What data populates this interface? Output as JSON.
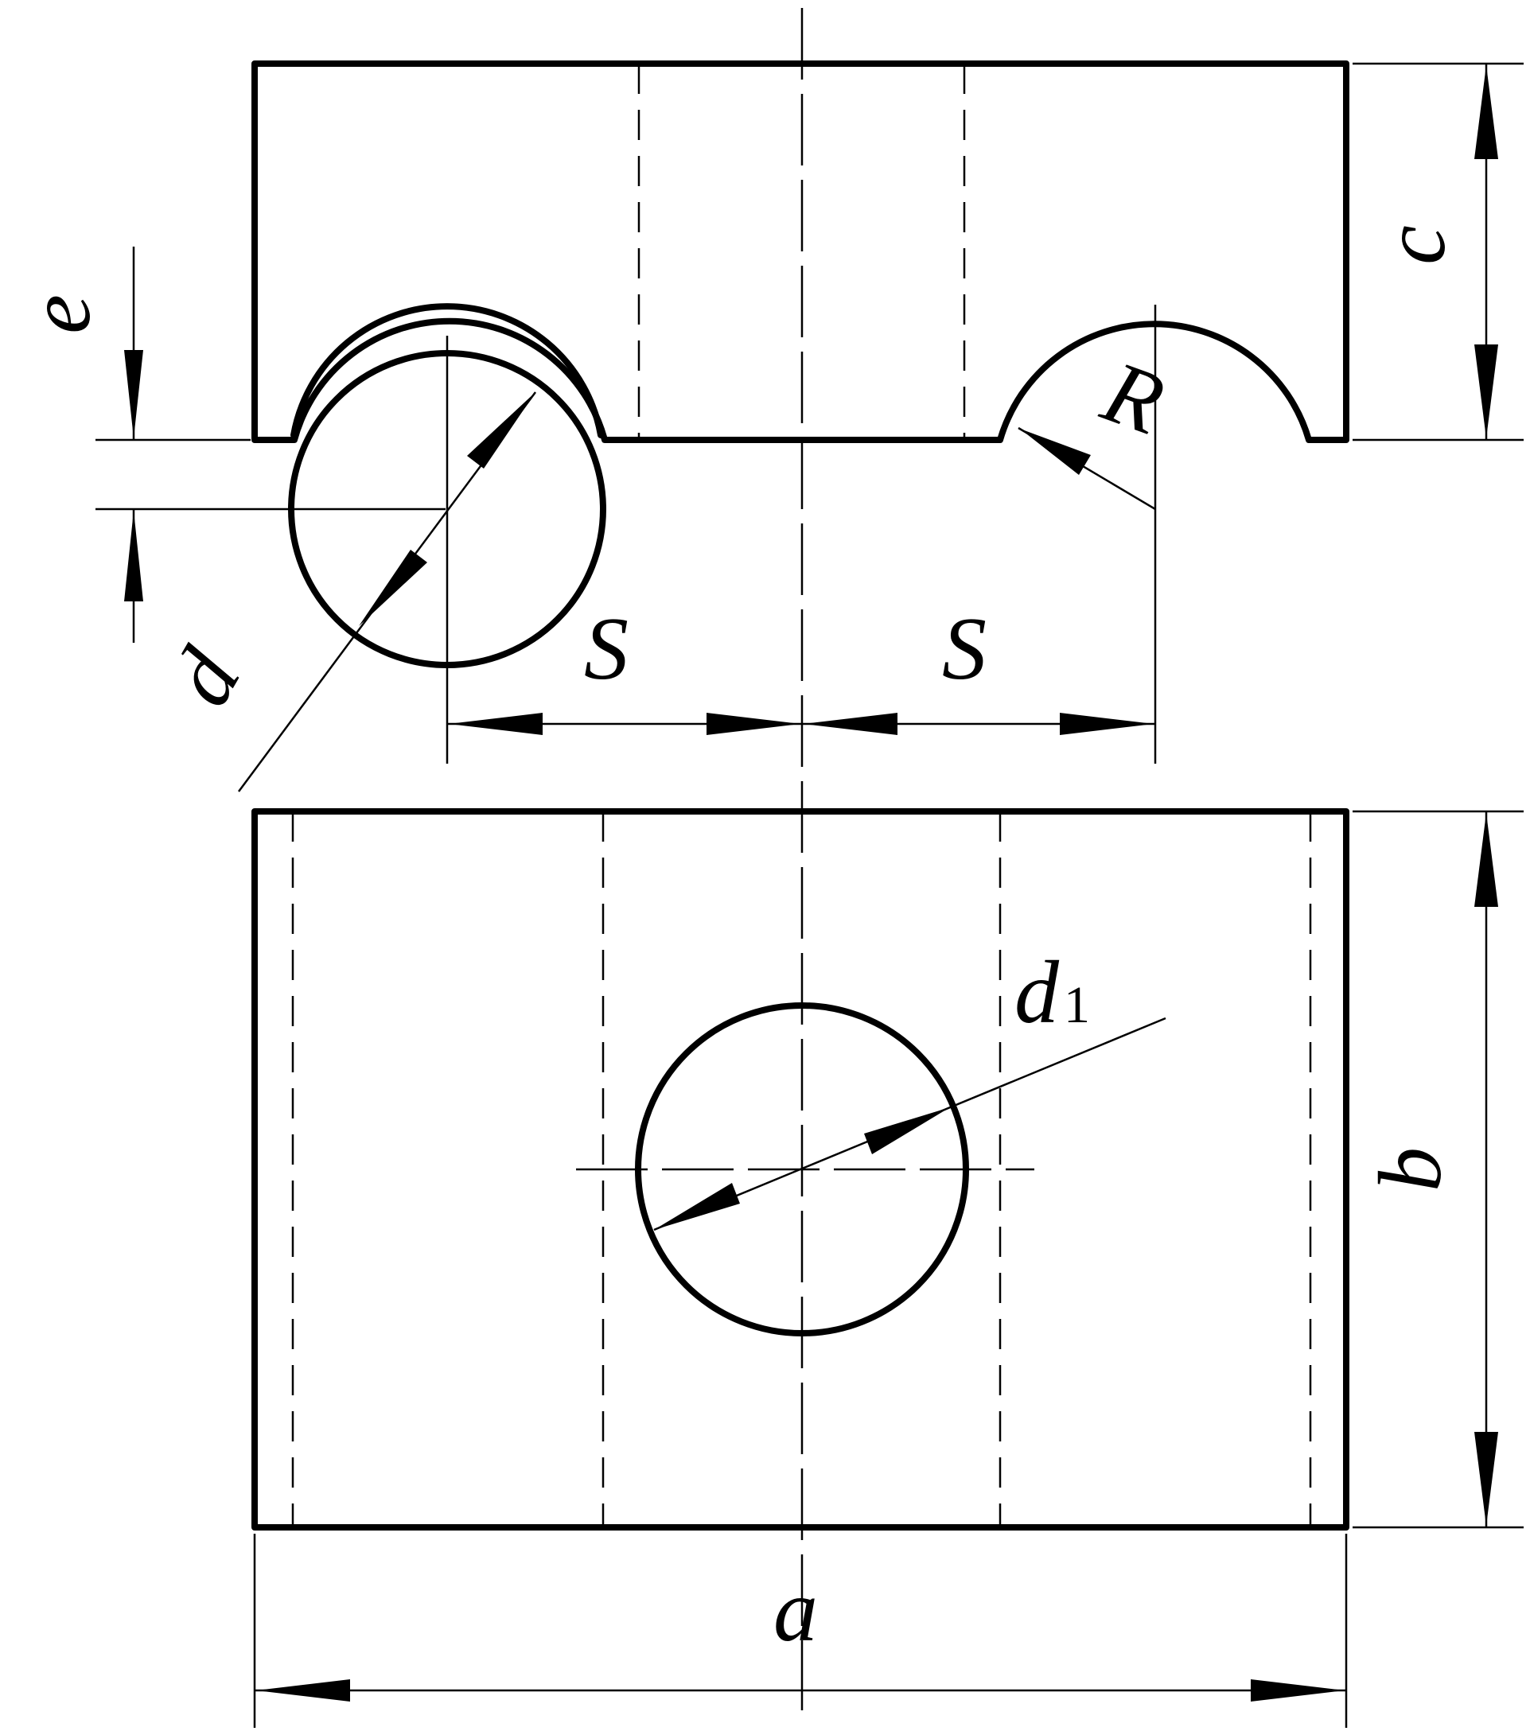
{
  "labels": {
    "a": "a",
    "b": "b",
    "c": "c",
    "e": "e",
    "d": "d",
    "d1_main": "d",
    "d1_sub": "1",
    "R": "R",
    "S_left": "S",
    "S_right": "S"
  },
  "colors": {
    "line": "#000000",
    "background": "#ffffff"
  }
}
